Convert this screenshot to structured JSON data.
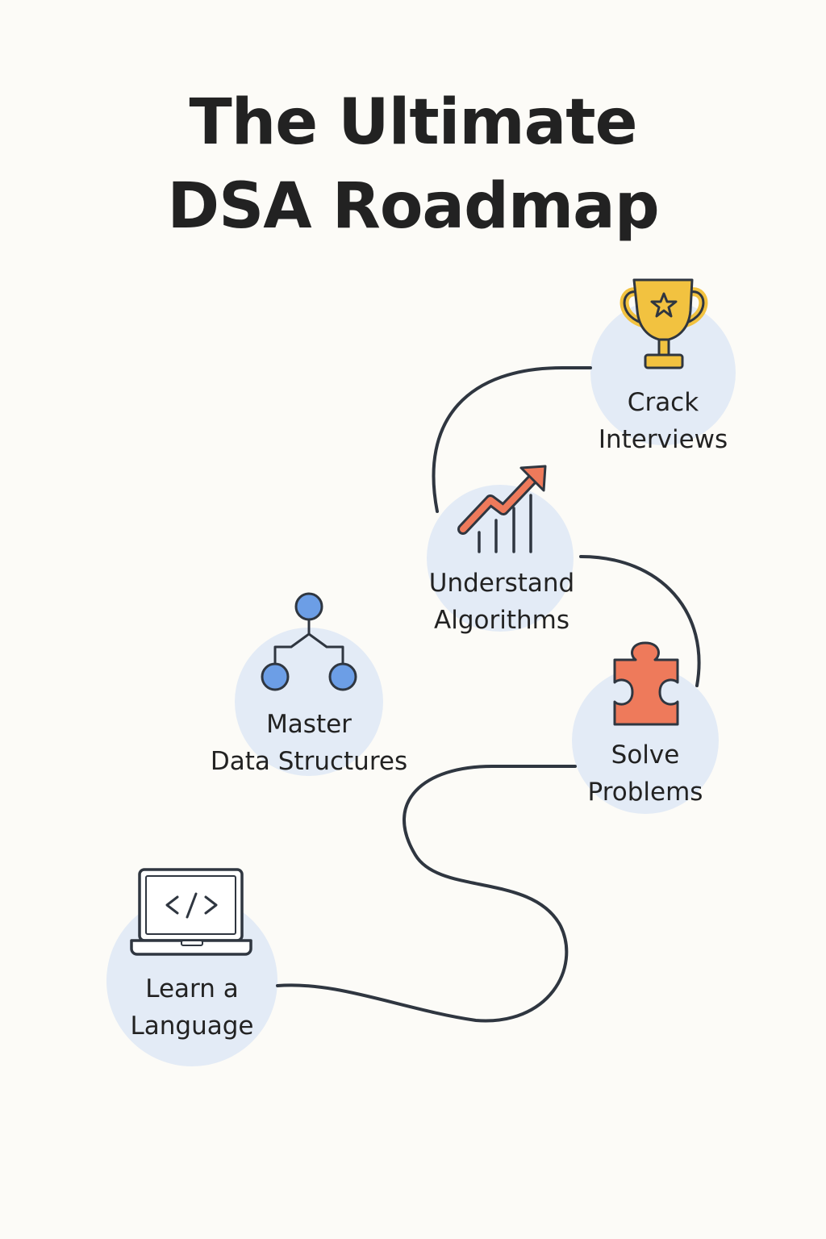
{
  "title": {
    "line1": "The Ultimate",
    "line2": "DSA Roadmap"
  },
  "colors": {
    "background": "#FCFBF7",
    "circle": "#E3EBF6",
    "path": "#2F3640",
    "trophy": "#F2C240",
    "chart_arrow": "#EE7A5B",
    "tree_nodes": "#6C9EE6",
    "puzzle": "#EE7A5B"
  },
  "steps": [
    {
      "id": "learn-language",
      "line1": "Learn a",
      "line2": "Language",
      "icon": "laptop-code-icon"
    },
    {
      "id": "master-data-structures",
      "line1": "Master",
      "line2": "Data Structures",
      "icon": "tree-icon"
    },
    {
      "id": "understand-algorithms",
      "line1": "Understand",
      "line2": "Algorithms",
      "icon": "trending-chart-icon"
    },
    {
      "id": "solve-problems",
      "line1": "Solve",
      "line2": "Problems",
      "icon": "puzzle-piece-icon"
    },
    {
      "id": "crack-interviews",
      "line1": "Crack",
      "line2": "Interviews",
      "icon": "trophy-icon"
    }
  ]
}
